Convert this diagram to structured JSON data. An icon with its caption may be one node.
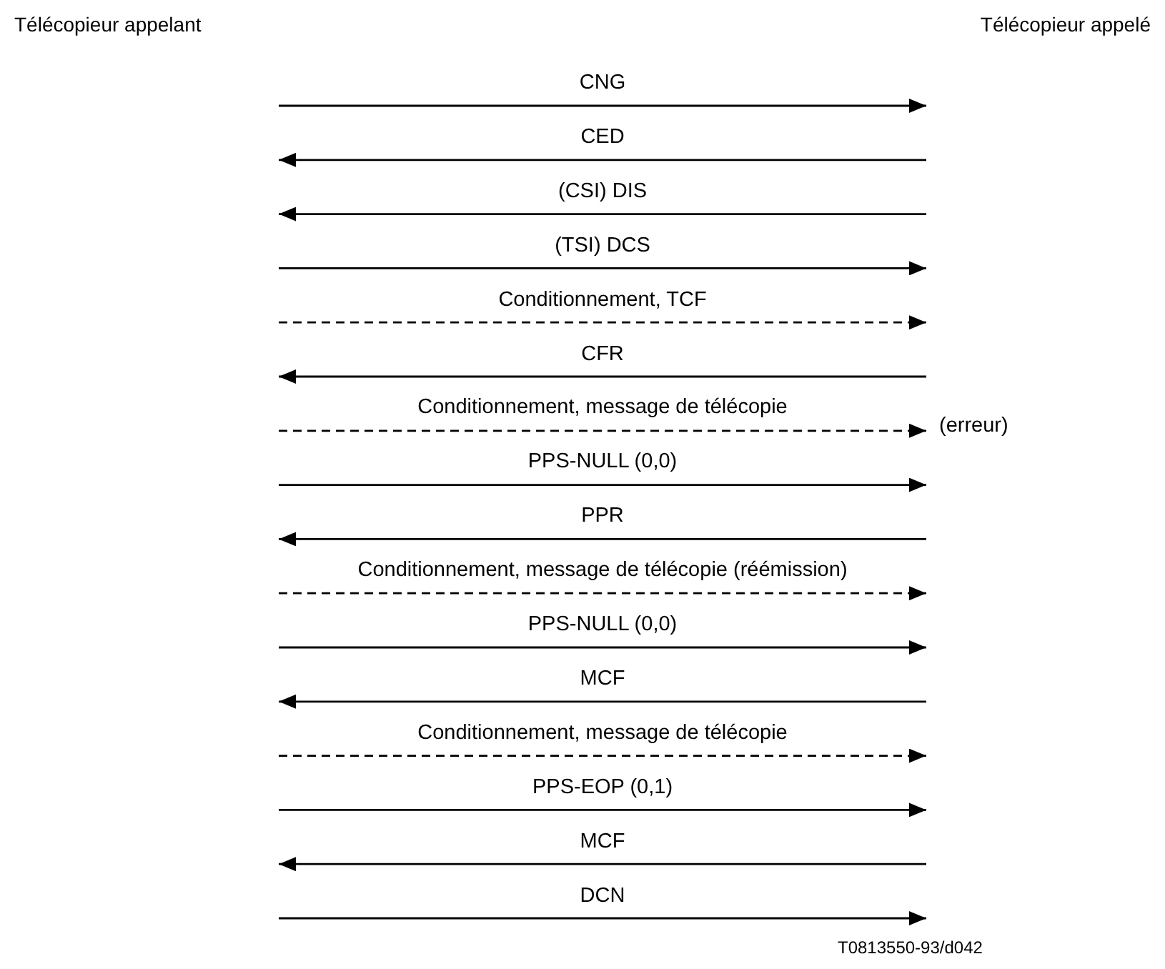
{
  "diagram": {
    "labels": [
      "Télécopieur appelant",
      "Télécopieur appelé",
      "CNG",
      "CED",
      "(CSI) DIS",
      "(TSI) DCS",
      "Conditionnement, TCF",
      "CFR",
      "Conditionnement, message de télécopie",
      "(erreur)",
      "PPS-NULL (0,0)",
      "PPR",
      "Conditionnement, message de télécopie (réémission)",
      "PPS-NULL (0,0)",
      "MCF",
      "Conditionnement, message de télécopie",
      "PPS-EOP (0,1)",
      "MCF",
      "DCN",
      "T0813550-93/d042"
    ]
  }
}
